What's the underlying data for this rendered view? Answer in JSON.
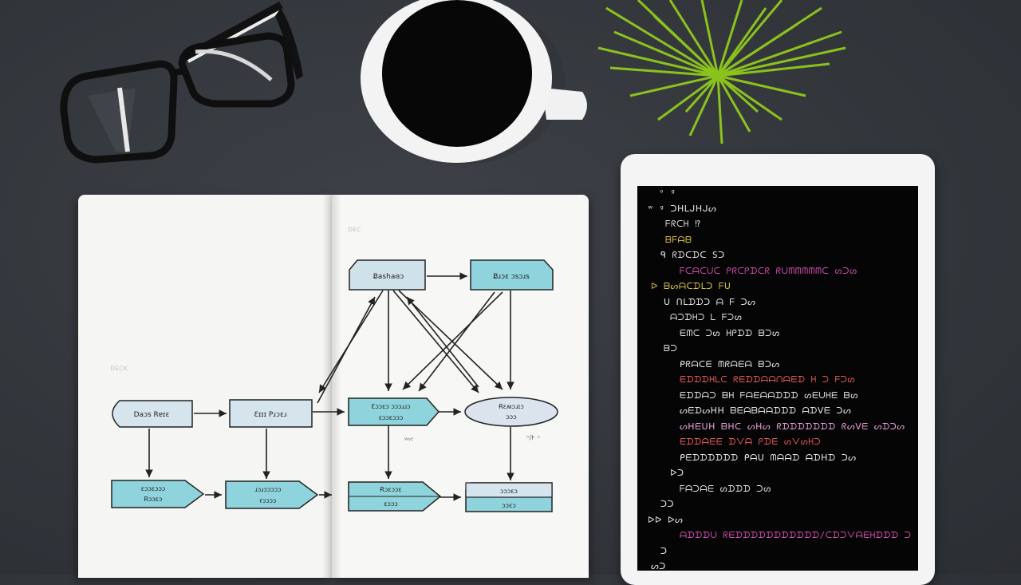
{
  "colors": {
    "desk": "#35393e",
    "paper": "#f6f6f4",
    "flow_fill": "#8fd4dc",
    "flow_fill_light": "#cfe2ea",
    "code_bg": "#050505",
    "plant": "#8bc21c"
  },
  "notebook": {
    "left_page_mark": "ᴅᴇᴄᴋ",
    "right_page_mark": "ᴅᴇᴄ",
    "flowchart": {
      "top_left_box": "Ƀashaɞɔ",
      "top_right_box": "Ƀɹɔɛ ɔsɔɹs",
      "row2_a": "Daɔs Rɐɪɛ",
      "row2_b": "Ɛɪɪɪ Pɹɔɛɹ",
      "row2_c_line1": "Ɛɔɔɛɔ ɔɔɔɹɹɔ",
      "row2_c_line2": "ɛɔɔɛɔɔɔ",
      "row2_d_line1": "Ɍɛʍɔɹɪɔ",
      "row2_d_line2": "ɔɔɔ",
      "row3_a_line1": "ɛɔɔɛɔɔɔ",
      "row3_a_line2": "Ɍɔɔɛɔ",
      "row3_b_line1": "ɹɔɹɔɔɔɔɔ",
      "row3_b_line2": "ɍɔɔɔɔ",
      "row3_c_line1": "Ɍɔɛɔɔɛ",
      "row3_c_line2": "ɛɔɔɔ",
      "row3_d_line1": "ɔɔɔɛɔ",
      "row3_d_line2": "ɔɔɛɔ",
      "note_c": "ᵂᵞᴱ",
      "note_d": "ᴬ/Ⱶ ˢ"
    }
  },
  "tablet_code": [
    {
      "text": "ᵒ ᵍ",
      "color": "#e8e8e8"
    },
    {
      "text": "ʷ ᵍ ᑐᕼᒪᒍᕼᒍᔕ",
      "color": "#e6e6e6"
    },
    {
      "text": "ᖴᖇᑕᕼ ⁉",
      "color": "#e6e6e6"
    },
    {
      "text": "ᗷᖴᗩᗷ",
      "color": "#d9c04a"
    },
    {
      "text": "ᑫ ᖇᗪᑕᗪᑕ Ѕᑐ",
      "color": "#e6e6e6"
    },
    {
      "text": "ᖴᑕᗩᑕᑌᑕ ᑭᖇᑕᑭᗪᑕᖇ ᖇᑌᗰᗰᗰᗰᗰᑕ ᔕᑐᔕ",
      "color": "#d44fb3"
    },
    {
      "text": "ᐅ ᗷᔕᗩᑕᗪᒪᑐ ᖴᑌ",
      "color": "#d9c04a"
    },
    {
      "text": "ᑌ ᑎᒪᗪᗪᑐ ᗩ ᖴ ᑐᔕ",
      "color": "#e6e6e6"
    },
    {
      "text": "ᗩᑐᗪᕼᑐ ᒪ ᖴᑐᔕ",
      "color": "#e6e6e6"
    },
    {
      "text": "ᗴᗰᑕ ᑐᔕ ᕼᑭᗪᗪ ᗷᑐᔕ",
      "color": "#e6e6e6"
    },
    {
      "text": "ᗷᑐ",
      "color": "#e6e6e6"
    },
    {
      "text": "ᑭᖇᗩᑕᗴ ᗰᖇᗩᗴᗩ ᗷᑐᔕ",
      "color": "#e6e6e6"
    },
    {
      "text": "ᗴᗪᗪᗪᕼᒪᑕ ᖇᗴᗪᗪᗩᗩᑎᗩᗴᗪ ᕼ ᑐ ᖴᑐᔕ",
      "color": "#e85a5a"
    },
    {
      "text": "ᗴᗪᗪᗩᑐ ᗷᕼ ᖴᗩᗴᗩᗩᗪᗪᗪ ᔕᗴᑌᕼᗴ ᗷᔕ",
      "color": "#e6e6e6"
    },
    {
      "text": "ᔕᗴᗪᔕᕼᕼ ᗷᗴᗩᗷᗩᗩᗪᗪᗪ ᗩᗪᐯᗴ ᑐᔕ",
      "color": "#e6e6e6"
    },
    {
      "text": "ᔕᕼᗴᑌᕼ ᗷᕼᑕ ᔕᕼᔕ ᖇᗪᗪᗪᗪᗪᗪᗪ ᖇᔕᐯᗴ ᔕᗪᑐᔕ",
      "color": "#e6a0d8"
    },
    {
      "text": "ᗴᗪᗪᗩᗴᗴ ᗪᐯᗩ ᑭᗪᗴ ᔕᐯᔕᕼᑐ",
      "color": "#e85a5a"
    },
    {
      "text": "ᑭᗴᗪᗪᗪᗪᗪᗪ ᑭᗩᑌ ᗰᗩᗩᗪ ᗩᗪᕼᗪ ᑐᔕ",
      "color": "#e6e6e6"
    },
    {
      "text": "ᐅᑐ",
      "color": "#e6e6e6"
    },
    {
      "text": "ᖴᗩᑐᗩᗴ ᔕᗪᗪᗪ ᑐᔕ",
      "color": "#e6e6e6"
    },
    {
      "text": "ᑐᑐ",
      "color": "#e6e6e6"
    },
    {
      "text": "ᐅᐅ ᐅᔕ",
      "color": "#e6e6e6"
    },
    {
      "text": "ᗩᗪᗪᗪᑌ ᖇᗴᗪᗪᗪᗪᗪᗪᗪᗪᗪᗪᗪ/ᑕᗪᑐᐯᗩᗴᕼᗪᗪᗪ ᑐ ᑭᗴᗪᗪ ᔕᑐ",
      "color": "#d44fb3"
    },
    {
      "text": "ᑐ",
      "color": "#e6e6e6"
    },
    {
      "text": "ᔕᑐ",
      "color": "#e6e6e6"
    }
  ]
}
